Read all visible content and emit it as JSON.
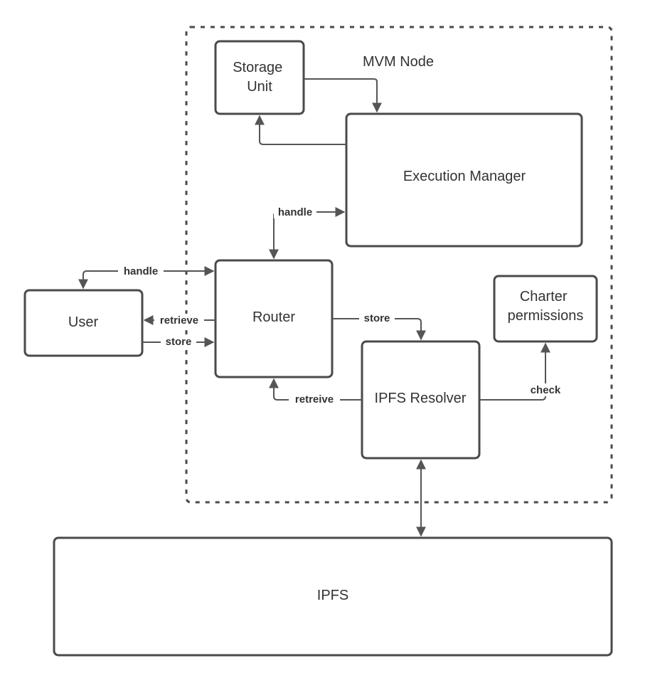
{
  "container": {
    "label": "MVM Node"
  },
  "nodes": {
    "storage_unit": [
      "Storage",
      "Unit"
    ],
    "execution_manager": "Execution Manager",
    "router": "Router",
    "user": "User",
    "charter_permissions": [
      "Charter",
      "permissions"
    ],
    "ipfs_resolver": "IPFS Resolver",
    "ipfs": "IPFS"
  },
  "edges": {
    "router_execution": "handle",
    "user_router": "handle",
    "router_user": "retrieve",
    "user_router_store": "store",
    "router_resolver_store": "store",
    "resolver_router": "retreive",
    "resolver_charter": "check"
  },
  "colors": {
    "stroke": "#4a4a4a",
    "text": "#333333",
    "background": "#ffffff"
  }
}
